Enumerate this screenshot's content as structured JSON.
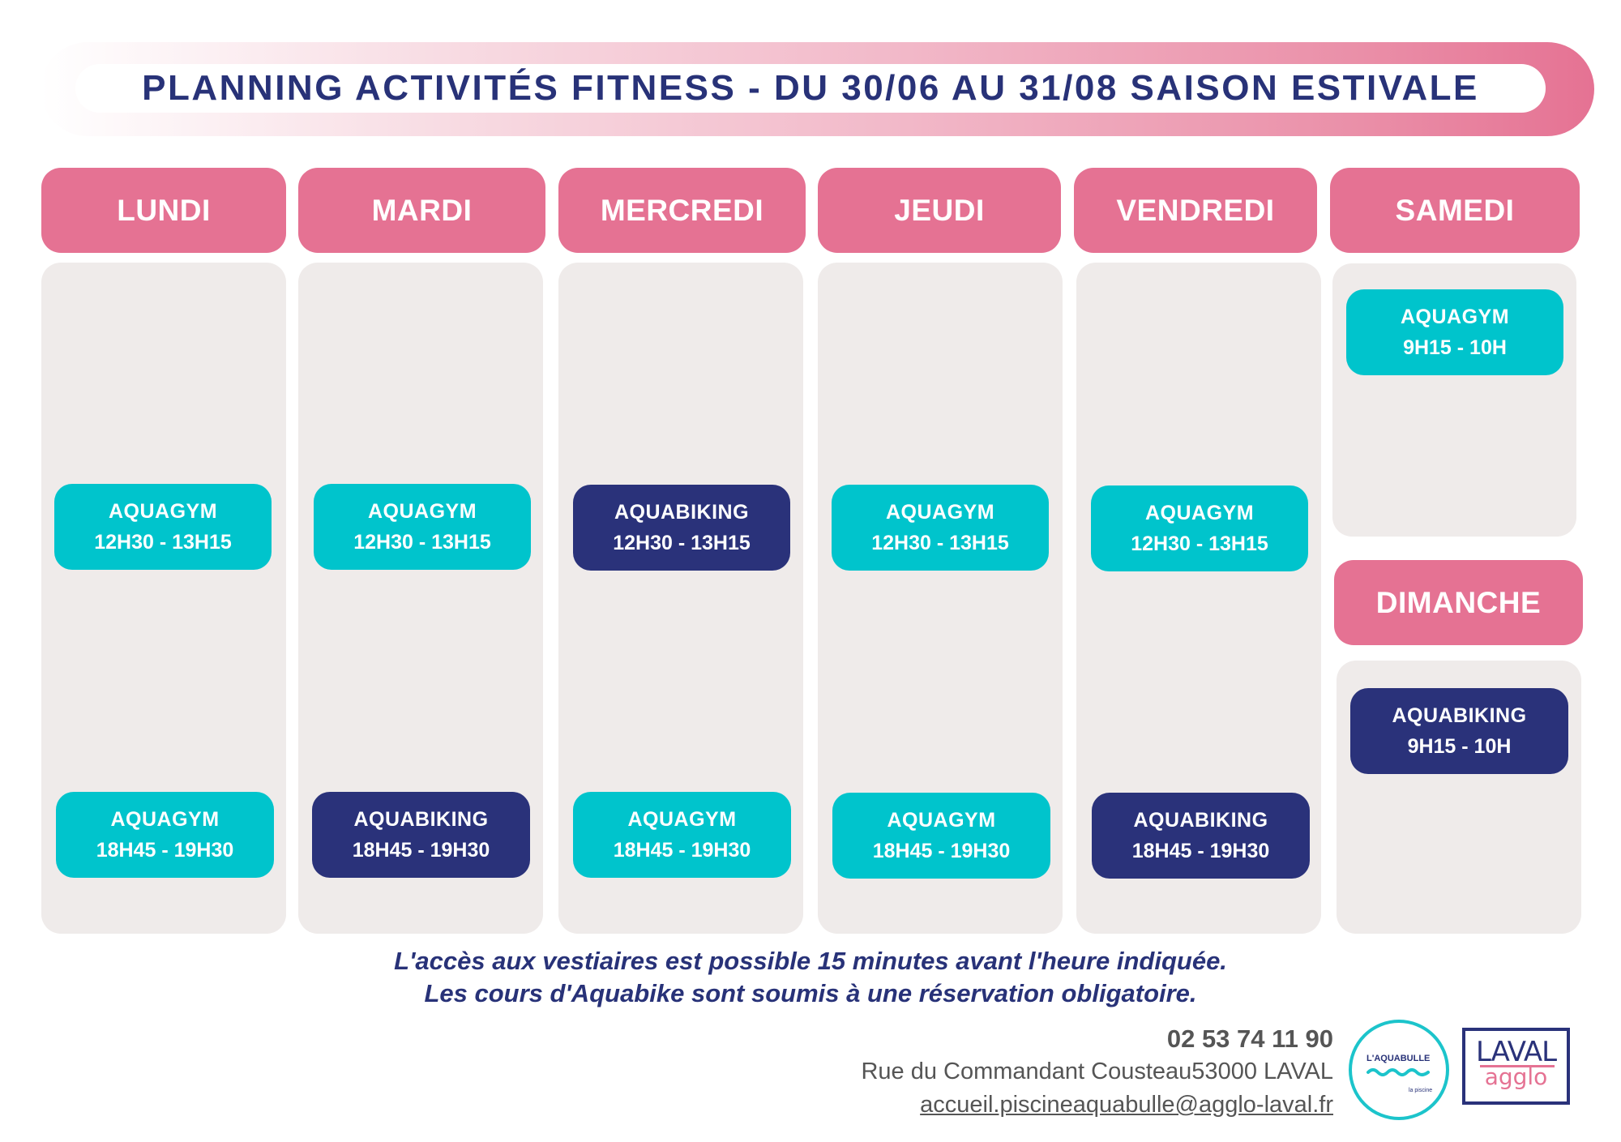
{
  "header": {
    "title": "PLANNING ACTIVITÉS FITNESS - DU 30/06 AU 31/08 SAISON ESTIVALE"
  },
  "colors": {
    "pink": "#e57293",
    "navy": "#2a327a",
    "cyan": "#00c4cc",
    "column_bg": "#efebea"
  },
  "legend": {
    "aquagym_color": "#00c4cc",
    "aquabiking_color": "#2a327a"
  },
  "days": [
    {
      "label": "LUNDI",
      "sessions": [
        {
          "activity": "AQUAGYM",
          "time": "12H30 - 13H15"
        },
        {
          "activity": "AQUAGYM",
          "time": "18H45 - 19H30"
        }
      ]
    },
    {
      "label": "MARDI",
      "sessions": [
        {
          "activity": "AQUAGYM",
          "time": "12H30 - 13H15"
        },
        {
          "activity": "AQUABIKING",
          "time": "18H45 - 19H30"
        }
      ]
    },
    {
      "label": "MERCREDI",
      "sessions": [
        {
          "activity": "AQUABIKING",
          "time": "12H30 - 13H15"
        },
        {
          "activity": "AQUAGYM",
          "time": "18H45 - 19H30"
        }
      ]
    },
    {
      "label": "JEUDI",
      "sessions": [
        {
          "activity": "AQUAGYM",
          "time": "12H30 - 13H15"
        },
        {
          "activity": "AQUAGYM",
          "time": "18H45 - 19H30"
        }
      ]
    },
    {
      "label": "VENDREDI",
      "sessions": [
        {
          "activity": "AQUAGYM",
          "time": "12H30 - 13H15"
        },
        {
          "activity": "AQUABIKING",
          "time": "18H45 - 19H30"
        }
      ]
    },
    {
      "label": "SAMEDI",
      "sessions": [
        {
          "activity": "AQUAGYM",
          "time": "9H15 - 10H"
        }
      ]
    },
    {
      "label": "DIMANCHE",
      "sessions": [
        {
          "activity": "AQUABIKING",
          "time": "9H15 - 10H"
        }
      ]
    }
  ],
  "notice": {
    "line1": "L'accès aux vestiaires est possible 15 minutes avant l'heure indiquée.",
    "line2": "Les cours d'Aquabike sont soumis à une réservation obligatoire."
  },
  "contact": {
    "phone": "02 53 74 11 90",
    "address": "Rue du Commandant Cousteau53000 LAVAL",
    "email": "accueil.piscineaquabulle@agglo-laval.fr"
  },
  "logos": {
    "aquabulle_name": "L'AQUABULLE",
    "aquabulle_sub": "la piscine",
    "laval_name": "LAVAL",
    "laval_sub": "agglo"
  }
}
